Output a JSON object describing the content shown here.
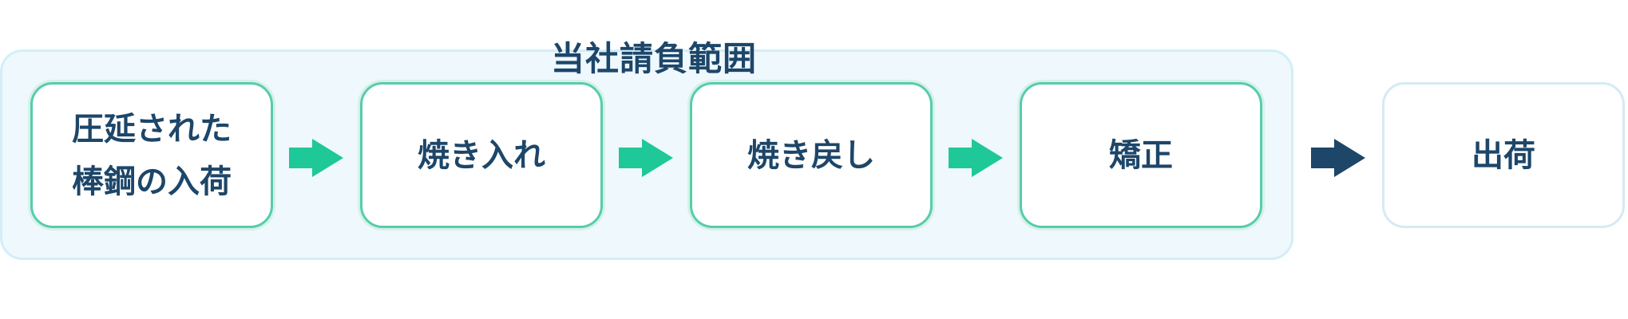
{
  "scope": {
    "title": "当社請負範囲"
  },
  "steps": [
    {
      "label": "圧延された\n棒鋼の入荷",
      "in_scope": true
    },
    {
      "label": "焼き入れ",
      "in_scope": true
    },
    {
      "label": "焼き戻し",
      "in_scope": true
    },
    {
      "label": "矯正",
      "in_scope": true
    },
    {
      "label": "出荷",
      "in_scope": false
    }
  ],
  "colors": {
    "in_scope_arrow": "#1ec898",
    "outside_arrow": "#1d4669",
    "text": "#1d4669",
    "panel_background": "#eef8fd"
  },
  "icons": {
    "flow_arrow": "right-arrow-icon"
  }
}
